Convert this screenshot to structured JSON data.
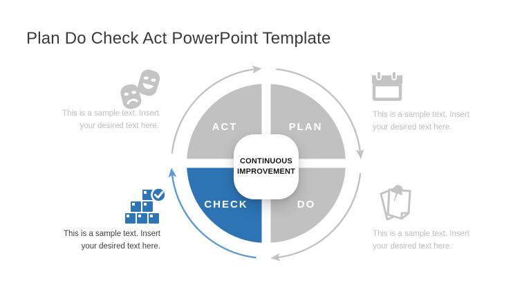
{
  "slide": {
    "title": "Plan Do Check Act PowerPoint Template",
    "background": "#FFFFFF"
  },
  "diagram": {
    "quadrants": [
      {
        "id": "act",
        "label": "ACT",
        "fill": "#C1C1C1"
      },
      {
        "id": "plan",
        "label": "PLAN",
        "fill": "#C1C1C1"
      },
      {
        "id": "check",
        "label": "CHECK",
        "fill": "#2E74B5"
      },
      {
        "id": "do",
        "label": "DO",
        "fill": "#C1C1C1"
      }
    ],
    "center": {
      "line1": "CONTINUOUS",
      "line2": "IMPROVEMENT"
    },
    "arrows": {
      "gray": "#C2C2C2",
      "blue": "#5B9BD5"
    }
  },
  "callouts": {
    "top_left": {
      "icon": "theater-masks-icon",
      "line1": "This is a sample text. Insert",
      "line2": "your desired text here.",
      "text_color": "#BEBEBE",
      "icon_color": "#C4C4C4"
    },
    "top_right": {
      "icon": "calendar-icon",
      "line1": "This is a sample text. Insert",
      "line2": "your desired text here.",
      "text_color": "#BEBEBE",
      "icon_color": "#C4C4C4"
    },
    "bottom_left": {
      "icon": "stacked-boxes-check-icon",
      "line1": "This is a sample text. Insert",
      "line2": "your desired text here.",
      "text_color": "#3F3F3F",
      "icon_color": "#2E75B6"
    },
    "bottom_right": {
      "icon": "pinned-notes-icon",
      "line1": "This is a sample text. Insert",
      "line2": "your desired text here.",
      "text_color": "#BEBEBE",
      "icon_color": "#C4C4C4"
    }
  }
}
